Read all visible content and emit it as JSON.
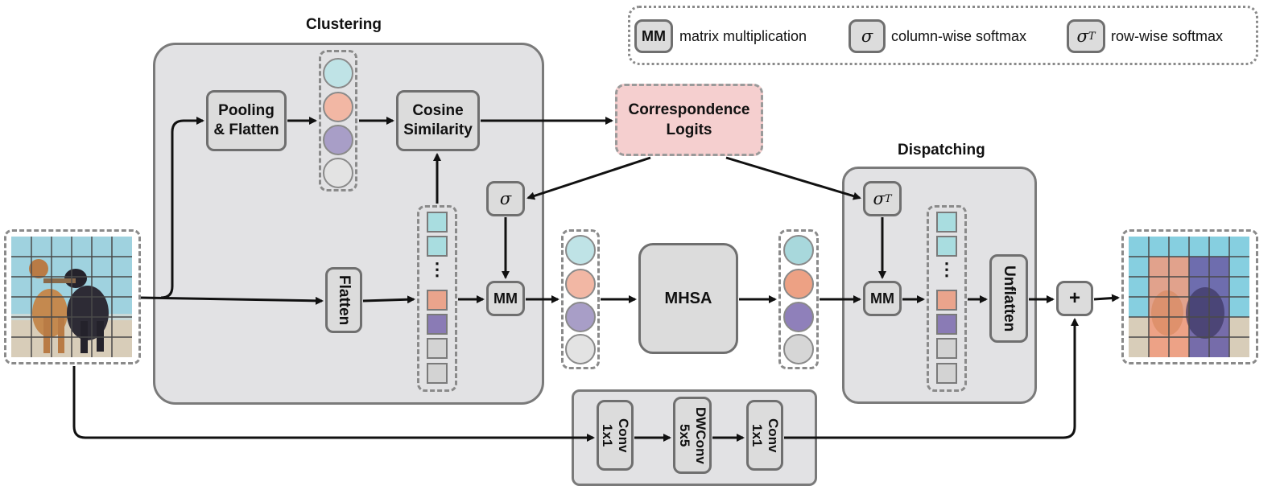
{
  "legend": {
    "mm_symbol": "MM",
    "mm_text": "matrix multiplication",
    "sigma_symbol": "σ",
    "sigma_text": "column-wise softmax",
    "sigmaT_symbol": "σ",
    "sigmaT_sup": "T",
    "sigmaT_text": "row-wise softmax"
  },
  "clustering": {
    "title": "Clustering",
    "pooling_l1": "Pooling",
    "pooling_l2": "& Flatten",
    "cosine_l1": "Cosine",
    "cosine_l2": "Similarity",
    "flatten": "Flatten",
    "sigma": "σ",
    "mm": "MM",
    "dots": "⋮"
  },
  "correspondence": {
    "line1": "Correspondence",
    "line2": "Logits"
  },
  "mhsa": "MHSA",
  "dispatching": {
    "title": "Dispatching",
    "sigmaT": "σ",
    "sigmaT_sup": "T",
    "mm": "MM",
    "unflatten": "Unflatten",
    "dots": "⋮"
  },
  "plus": "+",
  "conv_branch": {
    "conv1_l1": "Conv",
    "conv1_l2": "1x1",
    "dwconv_l1": "DWConv",
    "dwconv_l2": "5x5",
    "conv2_l1": "Conv",
    "conv2_l2": "1x1"
  },
  "colors": {
    "teal": "#bfe3e6",
    "salmon": "#f2b7a4",
    "purple": "#a89ec7",
    "gray": "#e3e3e3",
    "sq_teal": "#a9dde0",
    "sq_salmon": "#eaa48c",
    "sq_purple": "#8a7bb5",
    "sq_gray": "#d3d3d3",
    "logits_bg": "#f5cfcf"
  }
}
